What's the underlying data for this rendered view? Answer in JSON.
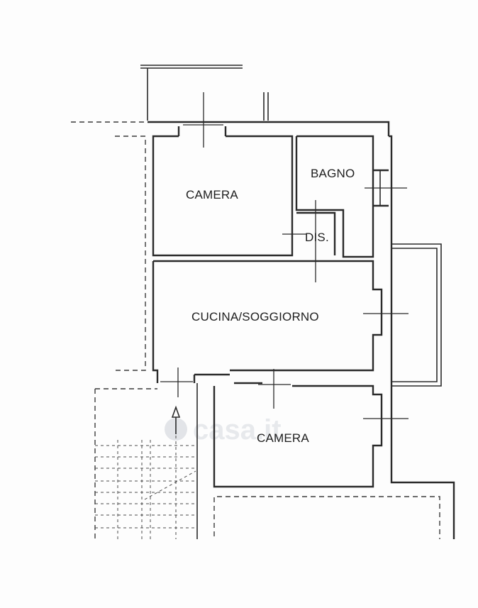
{
  "floor_plan": {
    "rooms": [
      {
        "id": "camera-1",
        "label": "CAMERA"
      },
      {
        "id": "bagno",
        "label": "BAGNO"
      },
      {
        "id": "dis",
        "label": "DIS."
      },
      {
        "id": "cucina-soggiorno",
        "label": "CUCINA/SOGGIORNO"
      },
      {
        "id": "camera-2",
        "label": "CAMERA"
      }
    ],
    "watermark": "casa.it"
  }
}
